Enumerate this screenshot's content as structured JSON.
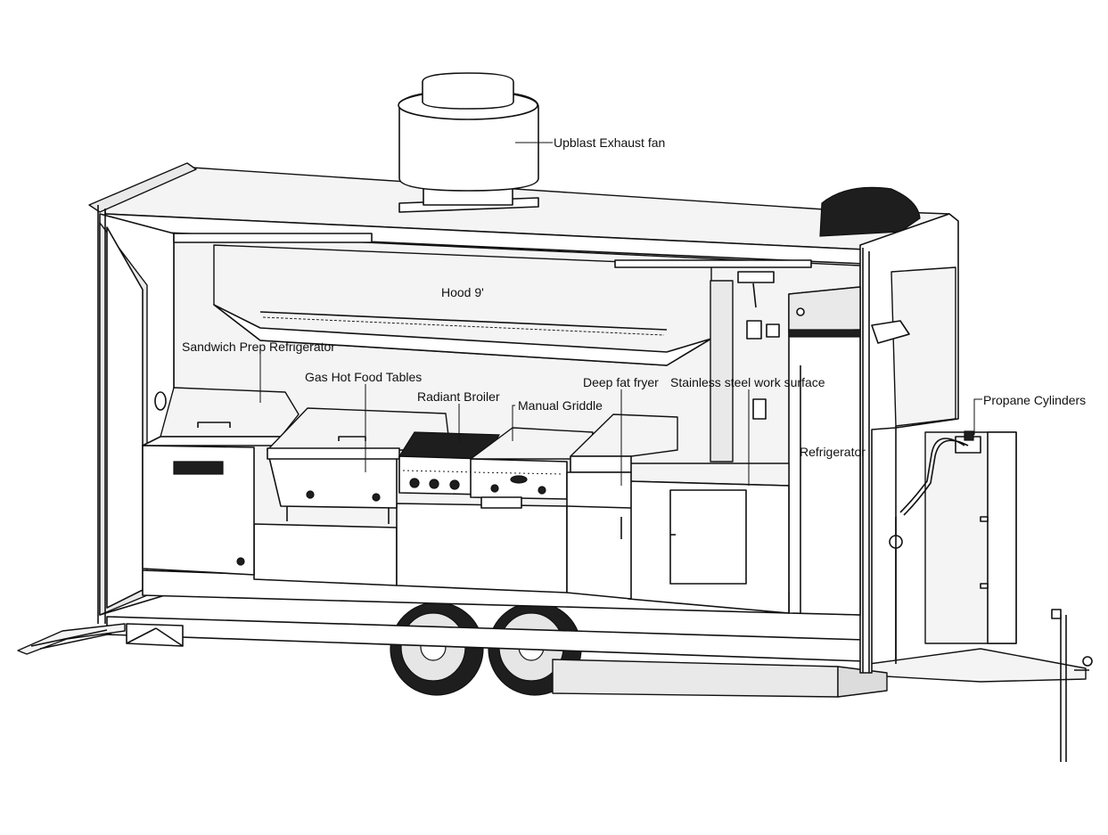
{
  "labels": {
    "exhaust_fan": "Upblast Exhaust fan",
    "hood": "Hood 9'",
    "sandwich_prep": "Sandwich Prep Refrigerator",
    "hot_food_tables": "Gas Hot Food Tables",
    "radiant_broiler": "Radiant Broiler",
    "manual_griddle": "Manual Griddle",
    "deep_fat_fryer": "Deep fat fryer",
    "work_surface": "Stainless steel work surface",
    "refrigerator": "Refrigerator",
    "propane": "Propane Cylinders"
  }
}
